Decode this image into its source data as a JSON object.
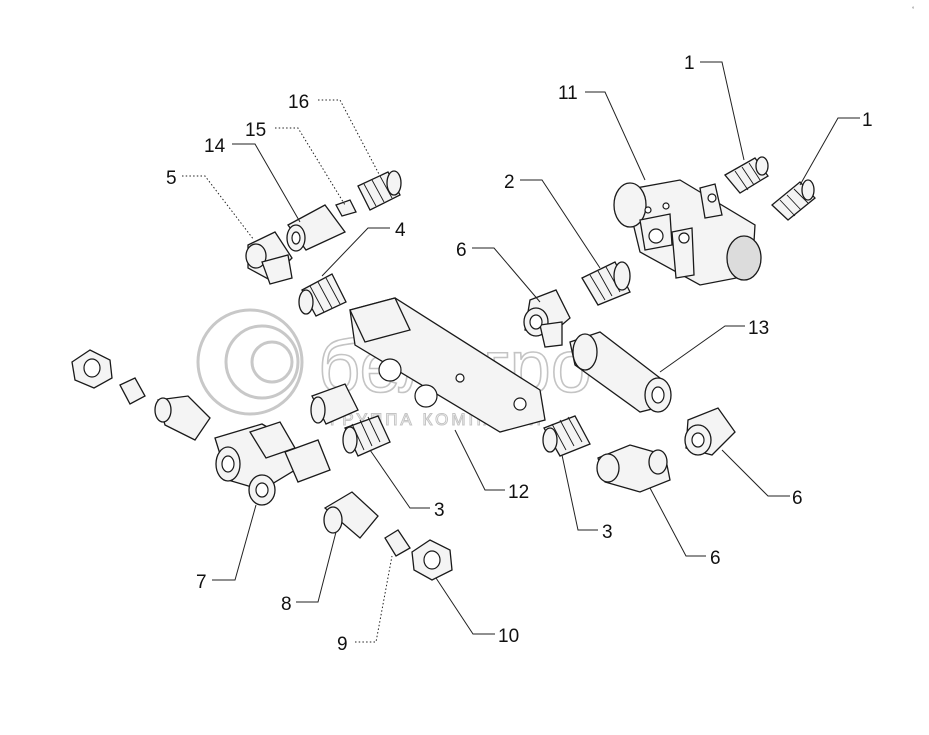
{
  "watermark": {
    "brand": "белагро",
    "tagline": "ГРУППА КОМПАНИЙ"
  },
  "corner_mark": "°",
  "callouts": [
    {
      "id": "c1a",
      "text": "1"
    },
    {
      "id": "c1b",
      "text": "1"
    },
    {
      "id": "c11",
      "text": "11"
    },
    {
      "id": "c16",
      "text": "16"
    },
    {
      "id": "c15",
      "text": "15"
    },
    {
      "id": "c14",
      "text": "14"
    },
    {
      "id": "c5",
      "text": "5"
    },
    {
      "id": "c2",
      "text": "2"
    },
    {
      "id": "c4",
      "text": "4"
    },
    {
      "id": "c6a",
      "text": "6"
    },
    {
      "id": "c13",
      "text": "13"
    },
    {
      "id": "c12",
      "text": "12"
    },
    {
      "id": "c3a",
      "text": "3"
    },
    {
      "id": "c3b",
      "text": "3"
    },
    {
      "id": "c6b",
      "text": "6"
    },
    {
      "id": "c6c",
      "text": "6"
    },
    {
      "id": "c7",
      "text": "7"
    },
    {
      "id": "c8",
      "text": "8"
    },
    {
      "id": "c9",
      "text": "9"
    },
    {
      "id": "c10",
      "text": "10"
    }
  ]
}
